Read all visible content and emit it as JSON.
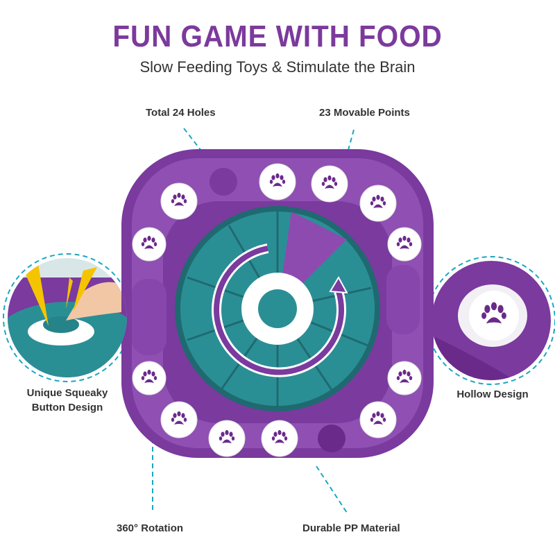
{
  "header": {
    "title": "FUN GAME WITH FOOD",
    "subtitle": "Slow Feeding Toys & Stimulate the Brain"
  },
  "callouts": {
    "holes": "Total 24 Holes",
    "movable": "23 Movable Points",
    "squeaky_line1": "Unique Squeaky",
    "squeaky_line2": "Button Design",
    "hollow": "Hollow Design",
    "rotation": "360° Rotation",
    "material": "Durable PP Material"
  },
  "colors": {
    "title_purple": "#7b3a9c",
    "body_purple": "#7a3a9e",
    "teal": "#2a8f95",
    "dash_cyan": "#1aa7c0"
  }
}
